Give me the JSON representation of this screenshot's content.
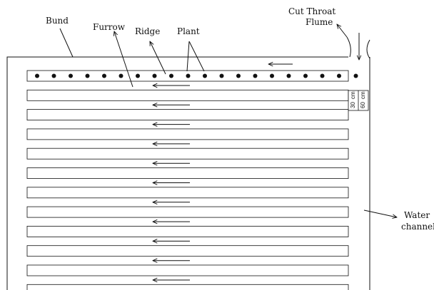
{
  "labels": {
    "bund": "Bund",
    "furrow": "Furrow",
    "ridge": "Ridge",
    "plant": "Plant",
    "flume_line1": "Cut Throat",
    "flume_line2": "Flume",
    "water_line1": "Water",
    "water_line2": "channel",
    "dim_30": "30",
    "dim_60": "60",
    "dim_cm_a": "cm",
    "dim_cm_b": "cm"
  },
  "field": {
    "ridge_count": 12,
    "plants_per_first_ridge": 20,
    "flow_direction": "right-to-left"
  }
}
